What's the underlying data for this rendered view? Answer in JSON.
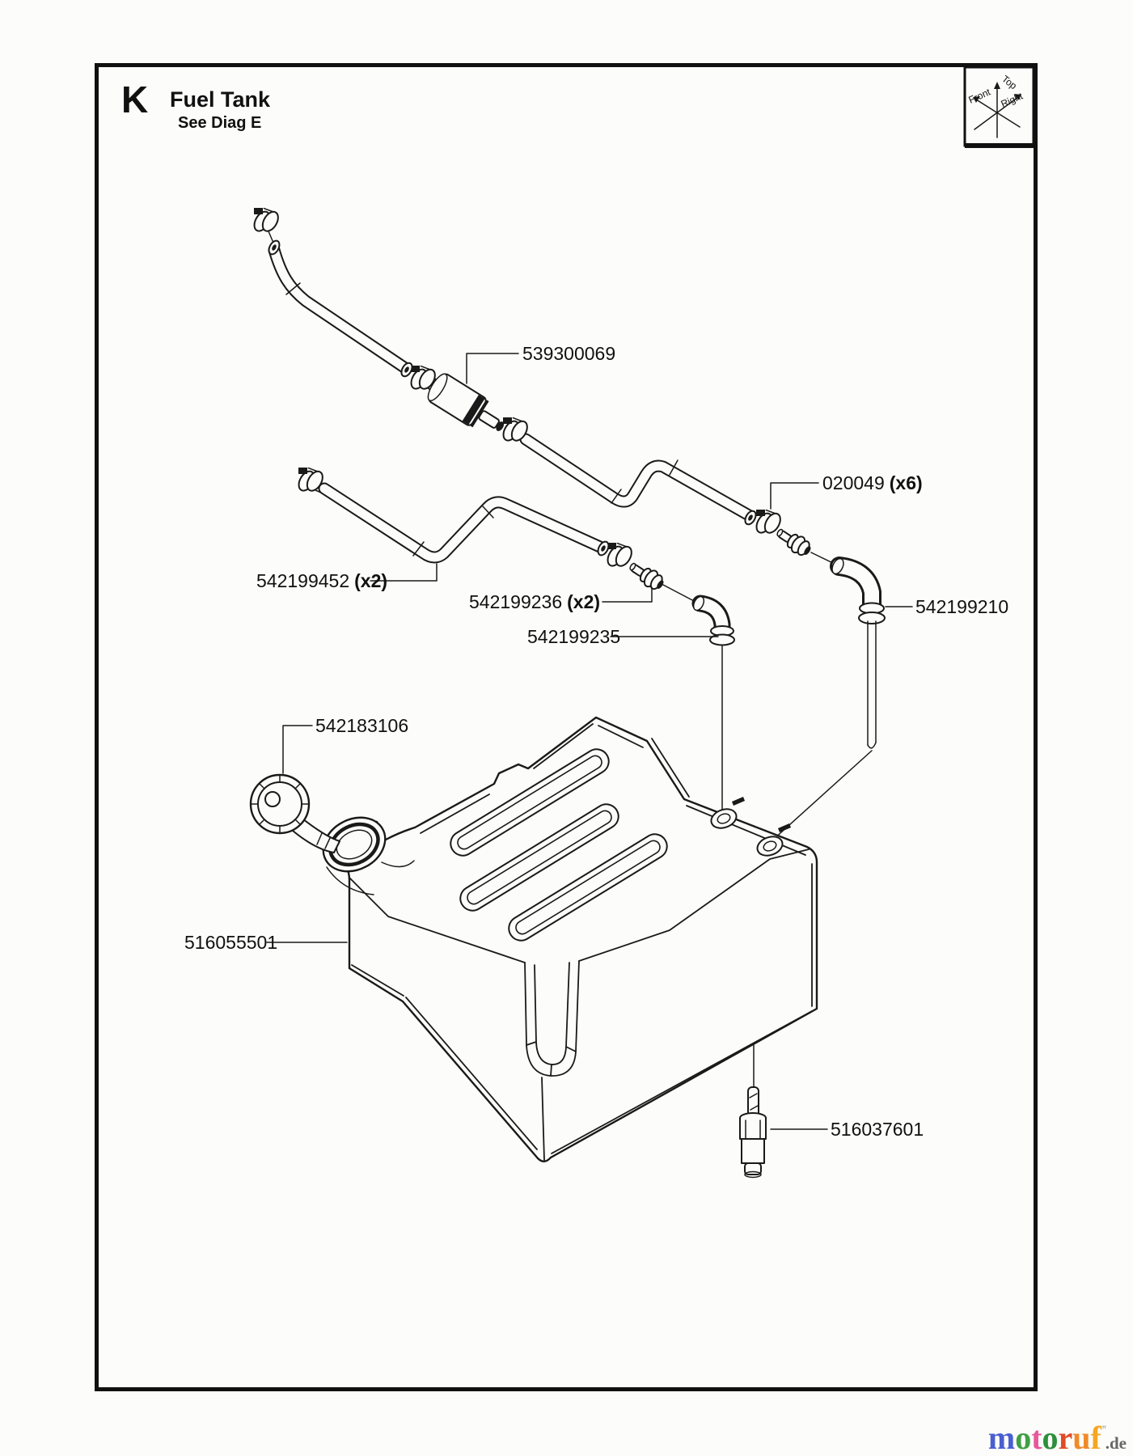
{
  "page": {
    "section_letter": "K",
    "title": "Fuel Tank",
    "subtitle": "See Diag E"
  },
  "orientation": {
    "top": "Top",
    "front": "Front",
    "right": "Right"
  },
  "parts": {
    "fuel_filter": {
      "number": "539300069",
      "qty": ""
    },
    "hose_clamp": {
      "number": "020049",
      "qty": "(x6)"
    },
    "fuel_hose": {
      "number": "542199452",
      "qty": "(x2)"
    },
    "connector": {
      "number": "542199236",
      "qty": "(x2)"
    },
    "elbow_left": {
      "number": "542199235",
      "qty": ""
    },
    "elbow_right": {
      "number": "542199210",
      "qty": ""
    },
    "fuel_cap": {
      "number": "542183106",
      "qty": ""
    },
    "fuel_tank": {
      "number": "516055501",
      "qty": ""
    },
    "fuel_valve": {
      "number": "516037601",
      "qty": ""
    }
  },
  "logo": {
    "letters": [
      {
        "ch": "m",
        "color": "#4a5fd0"
      },
      {
        "ch": "o",
        "color": "#3fa044"
      },
      {
        "ch": "t",
        "color": "#e8579b"
      },
      {
        "ch": "o",
        "color": "#2f8f3c"
      },
      {
        "ch": "r",
        "color": "#e04a26"
      },
      {
        "ch": "u",
        "color": "#f08a2a"
      },
      {
        "ch": "f",
        "color": "#f5a623"
      }
    ],
    "suffix": ".de"
  }
}
